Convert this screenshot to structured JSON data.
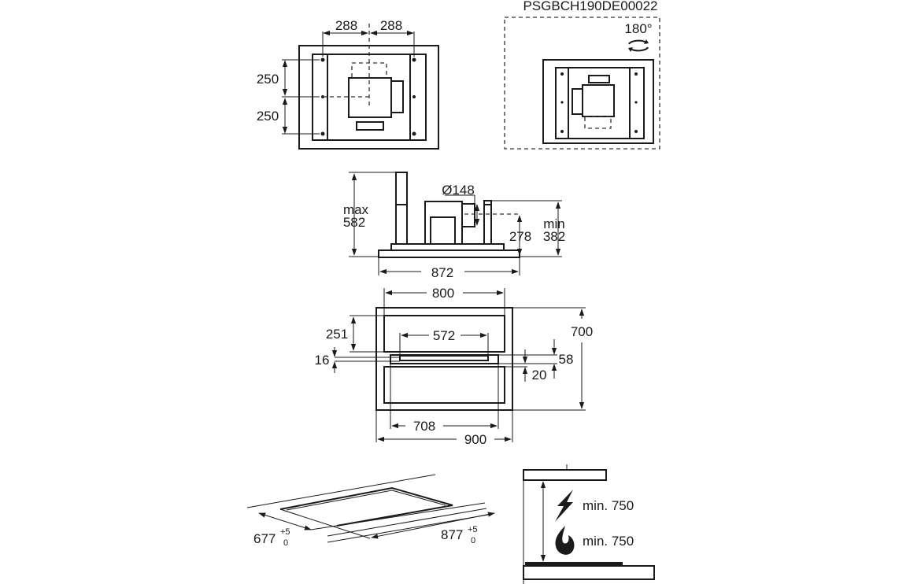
{
  "code": "PSGBCH190DE00022",
  "top_view": {
    "dim_left": "288",
    "dim_right": "288",
    "dim_upper": "250",
    "dim_lower": "250"
  },
  "rotated_view": {
    "rotation": "180°",
    "icon": "rotate-icon"
  },
  "side_view": {
    "max_label": "max",
    "max_value": "582",
    "duct": "Ø148",
    "dim_278": "278",
    "min_label": "min",
    "min_value": "382",
    "width": "872"
  },
  "front_view": {
    "dim_800": "800",
    "dim_251": "251",
    "dim_572": "572",
    "dim_16": "16",
    "dim_58": "58",
    "dim_20": "20",
    "dim_700": "700",
    "dim_708": "708",
    "dim_900": "900"
  },
  "cutout": {
    "depth": "677",
    "depth_tol_plus": "+5",
    "depth_tol_minus": "0",
    "width": "877",
    "width_tol_plus": "+5",
    "width_tol_minus": "0"
  },
  "clearance": {
    "electric_label": "min. 750",
    "gas_label": "min. 750",
    "electric_icon": "lightning-icon",
    "gas_icon": "flame-icon"
  }
}
